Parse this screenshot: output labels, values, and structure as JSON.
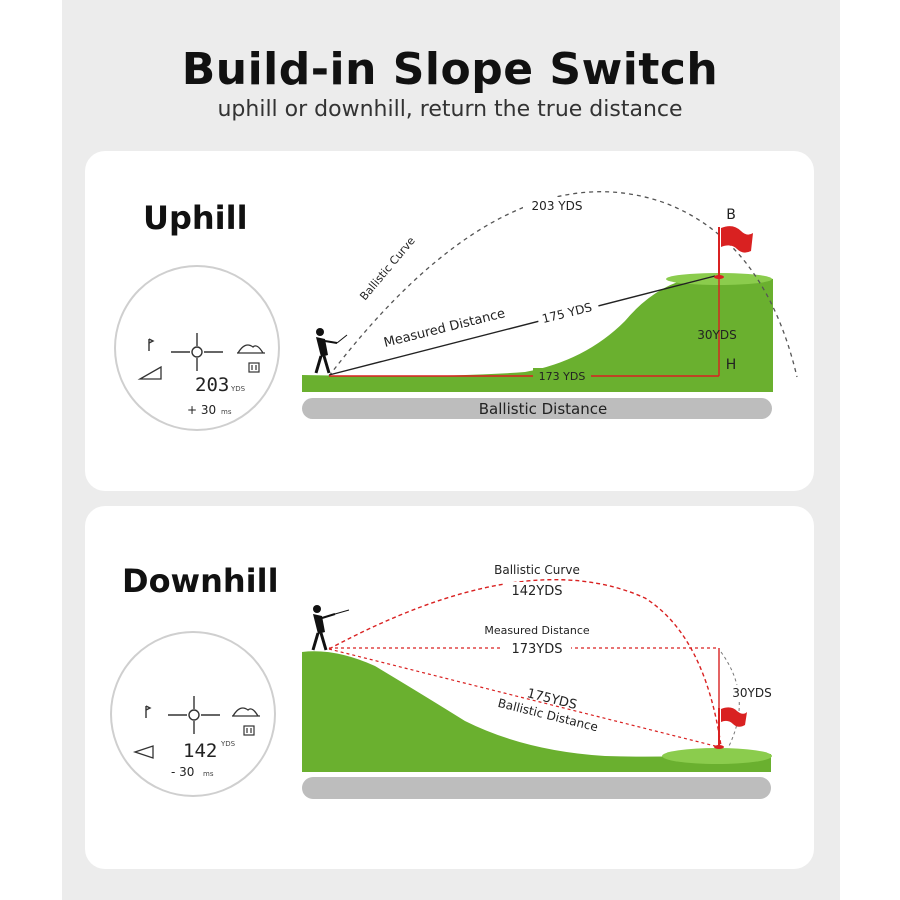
{
  "header": {
    "title": "Build-in Slope Switch",
    "subtitle": "uphill or downhill, return the true distance"
  },
  "colors": {
    "grass": "#6ab02f",
    "grass_light": "#8bcc4d",
    "red": "#d92121",
    "gray_bar": "#bdbdbd",
    "highlight": "#8bd14a"
  },
  "uphill": {
    "heading": "Uphill",
    "device": {
      "distance": "203",
      "unit": "YDS",
      "angle": "+ 30",
      "angle_unit": "ms"
    },
    "curve_label": "Ballistic Curve",
    "curve_distance": "203 YDS",
    "measured_label": "Measured Distance",
    "measured_distance": "175 YDS",
    "horizontal_distance": "173 YDS",
    "height": "30YDS",
    "point_b": "B",
    "point_h": "H",
    "bar_label": "Ballistic Distance"
  },
  "downhill": {
    "heading": "Downhill",
    "device": {
      "distance": "142",
      "unit": "YDS",
      "angle": "- 30",
      "angle_unit": "ms"
    },
    "curve_label": "Ballistic Curve",
    "curve_distance": "142YDS",
    "measured_label": "Measured Distance",
    "measured_distance": "173YDS",
    "slope_distance": "175YDS",
    "slope_label": "Ballistic Distance",
    "height": "30YDS"
  }
}
